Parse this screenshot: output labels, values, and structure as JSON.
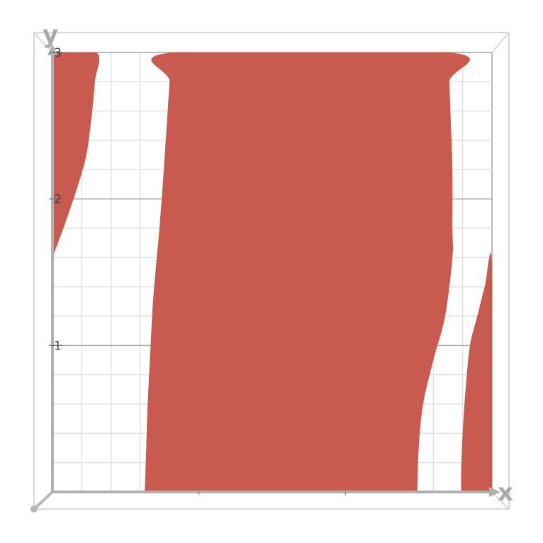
{
  "chart_data": {
    "type": "area",
    "title": "",
    "xlabel": "x",
    "ylabel": "y",
    "xlim": [
      0,
      3
    ],
    "ylim": [
      0,
      3
    ],
    "y_ticks": [
      {
        "value": 1,
        "label": "1"
      },
      {
        "value": 2,
        "label": "2"
      },
      {
        "value": 3,
        "label": "3"
      }
    ],
    "x_ticks": [
      1,
      2
    ],
    "grid": true,
    "grid_step": 0.2,
    "fill_color": "#c85a50",
    "regions": [
      {
        "name": "",
        "boundary": [
          [
            0,
            3.0
          ],
          [
            0.3,
            3.0
          ],
          [
            0.29,
            2.8
          ],
          [
            0.26,
            2.5
          ],
          [
            0.22,
            2.25
          ],
          [
            0.11,
            1.9
          ],
          [
            0,
            1.6
          ]
        ]
      },
      {
        "name": "",
        "boundary": [
          [
            0.63,
            0
          ],
          [
            0.64,
            0.3
          ],
          [
            0.65,
            0.6
          ],
          [
            0.67,
            1.0
          ],
          [
            0.69,
            1.35
          ],
          [
            0.73,
            1.8
          ],
          [
            0.76,
            2.2
          ],
          [
            0.78,
            2.5
          ],
          [
            0.8,
            2.8
          ],
          [
            0.82,
            3.0
          ],
          [
            2.71,
            3.0
          ],
          [
            2.71,
            2.8
          ],
          [
            2.72,
            2.5
          ],
          [
            2.73,
            2.2
          ],
          [
            2.73,
            1.8
          ],
          [
            2.73,
            1.6
          ],
          [
            2.68,
            1.2
          ],
          [
            2.6,
            0.9
          ],
          [
            2.53,
            0.6
          ],
          [
            2.5,
            0.3
          ],
          [
            2.49,
            0
          ]
        ]
      },
      {
        "name": "",
        "boundary": [
          [
            3.0,
            0
          ],
          [
            3.0,
            1.55
          ],
          [
            2.95,
            1.4
          ],
          [
            2.9,
            1.2
          ],
          [
            2.85,
            1.0
          ],
          [
            2.82,
            0.7
          ],
          [
            2.8,
            0.4
          ],
          [
            2.79,
            0.15
          ],
          [
            2.79,
            0
          ]
        ]
      }
    ]
  },
  "colors": {
    "fill": "#c85a50",
    "axis": "#b0b0b0",
    "grid_minor": "#dcdcdc",
    "grid_major": "#a8a8a8",
    "frame": "#d8d8d8"
  }
}
